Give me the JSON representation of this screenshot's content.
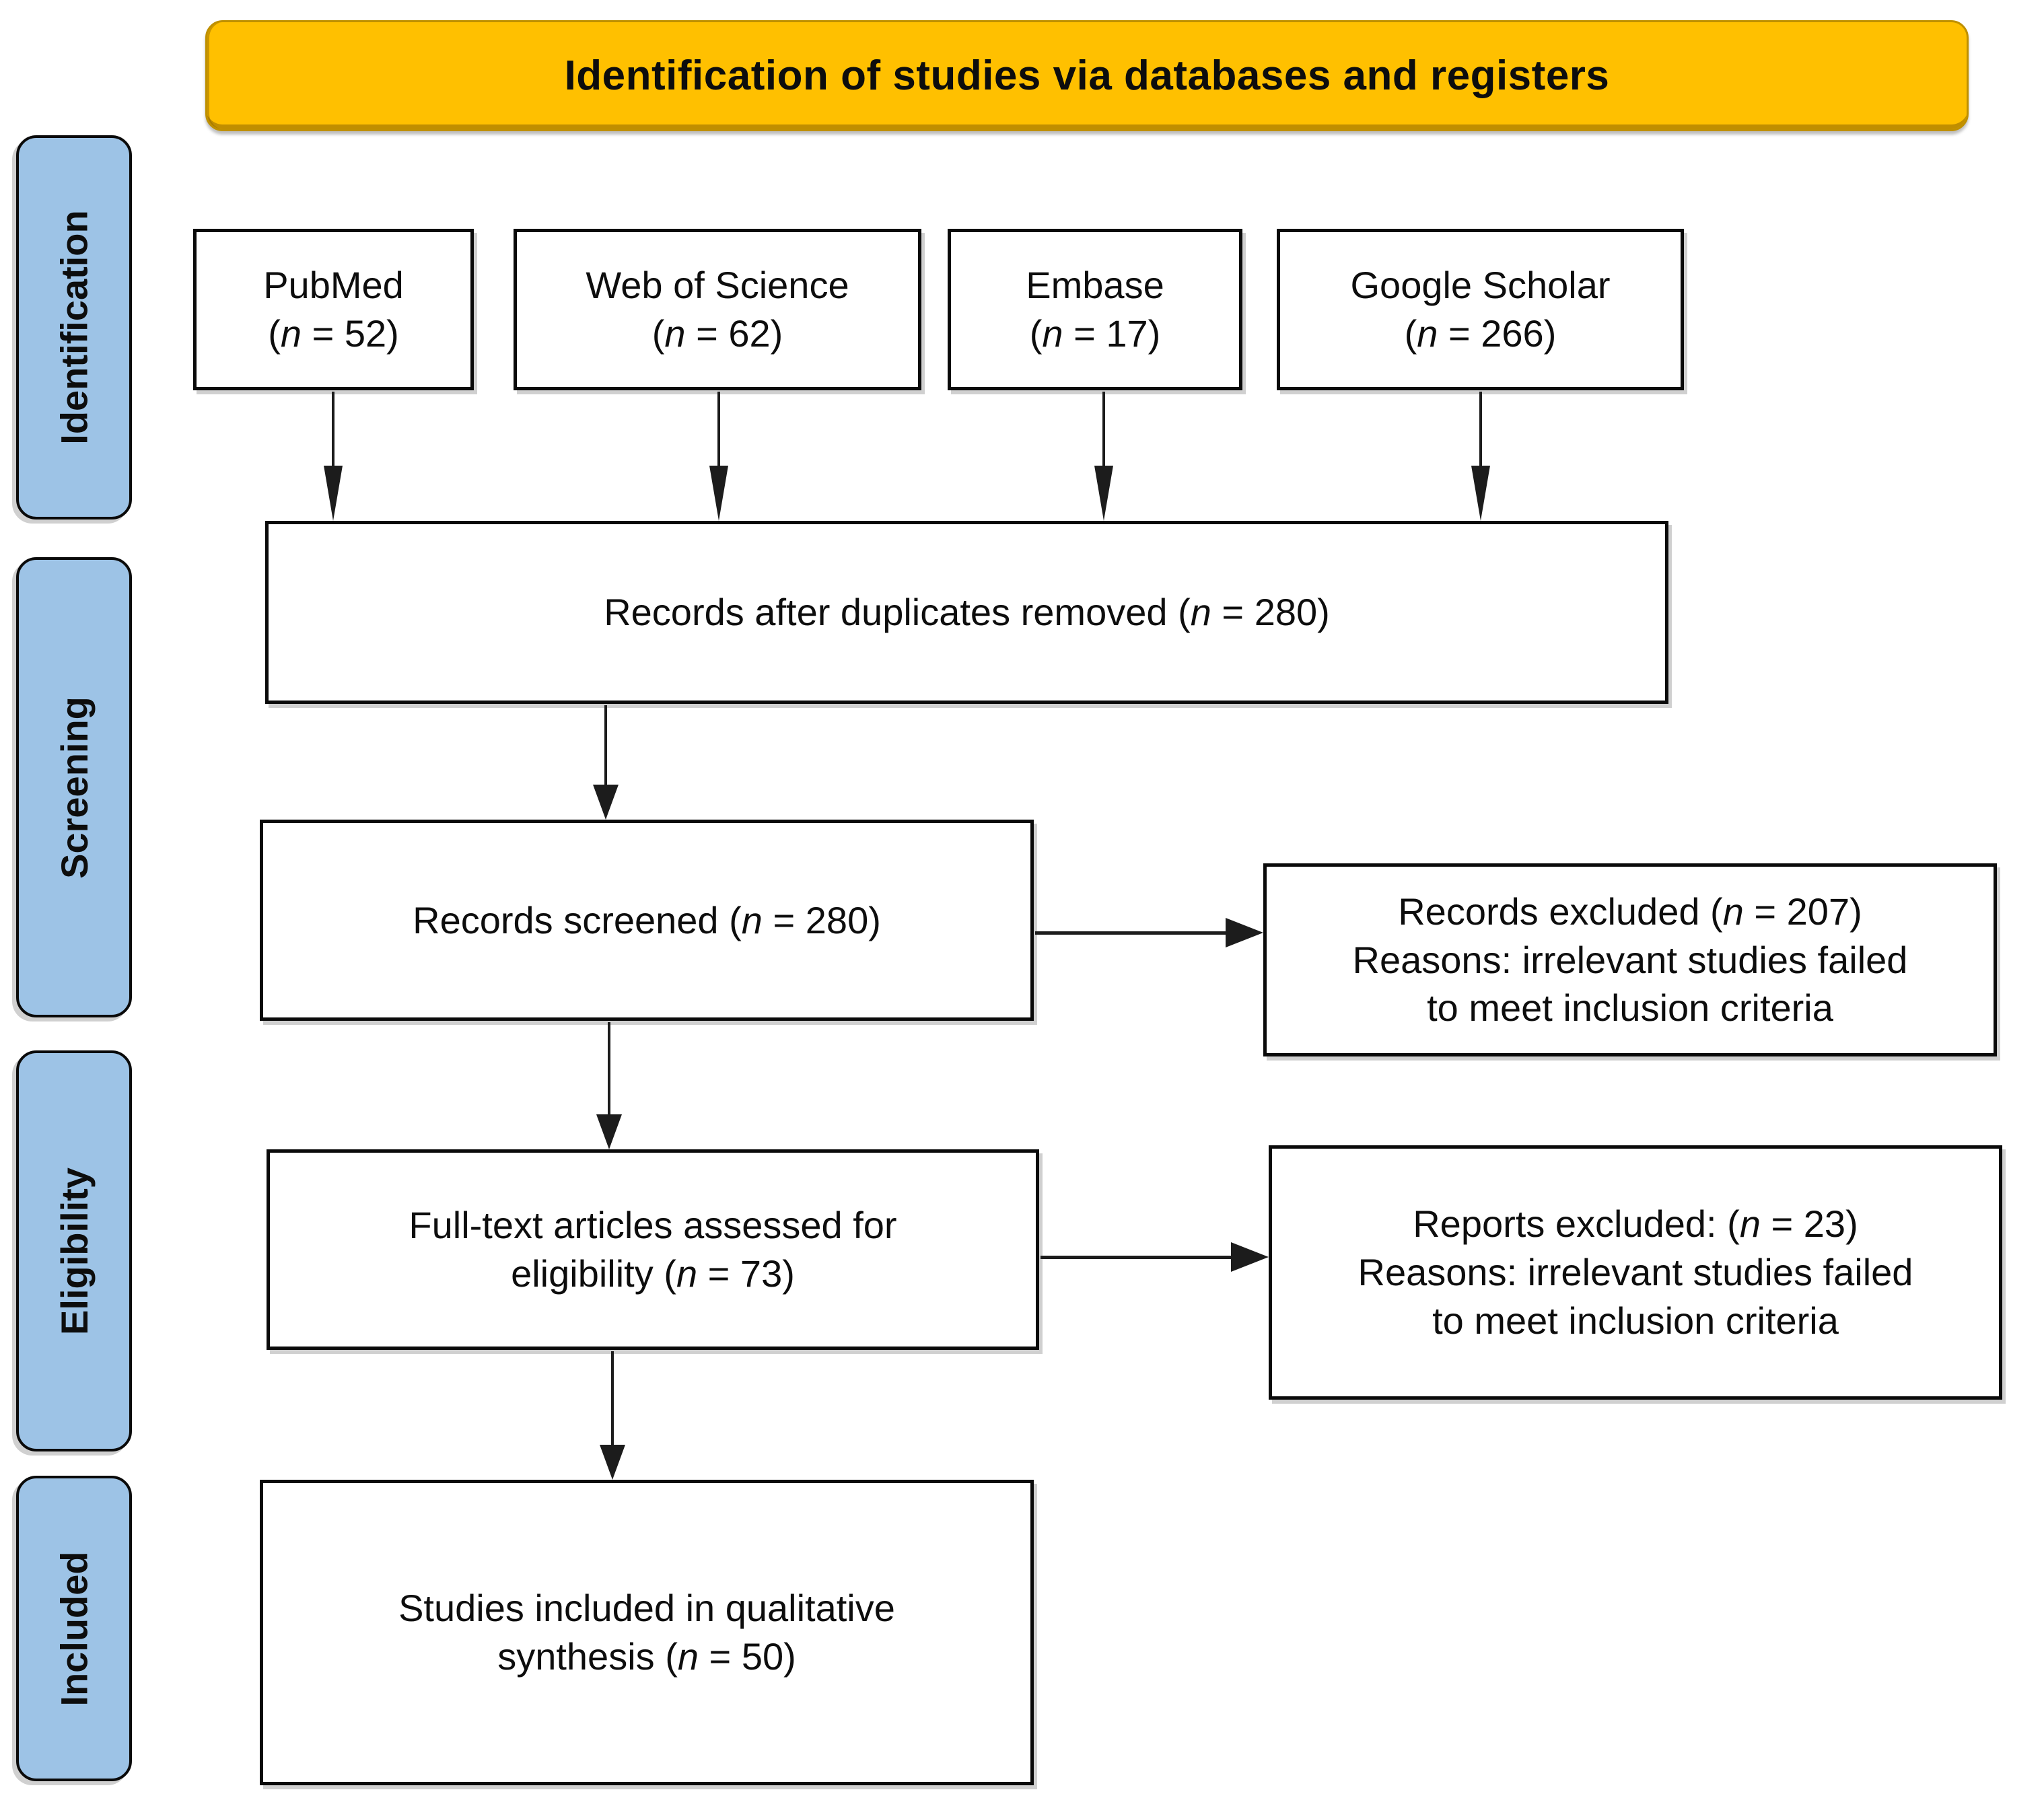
{
  "header": {
    "title": "Identification of studies via databases and registers"
  },
  "stages": [
    {
      "label": "Identification"
    },
    {
      "label": "Screening"
    },
    {
      "label": "Eligibility"
    },
    {
      "label": "Included"
    }
  ],
  "sources": [
    {
      "text": "PubMed\n(n = 52)"
    },
    {
      "text": "Web of Science\n(n = 62)"
    },
    {
      "text": "Embase\n(n = 17)"
    },
    {
      "text": "Google Scholar\n(n = 266)"
    }
  ],
  "boxes": {
    "duplicates": {
      "text": "Records after duplicates removed (n = 280)"
    },
    "screened": {
      "text": "Records screened (n = 280)"
    },
    "excluded_records": {
      "text": "Records excluded (n = 207)\nReasons: irrelevant studies failed\nto meet inclusion criteria"
    },
    "fulltext": {
      "text": "Full-text articles assessed for\neligibility (n = 73)"
    },
    "excluded_reports": {
      "text": "Reports excluded: (n = 23)\nReasons: irrelevant studies failed\nto meet inclusion criteria"
    },
    "included": {
      "text": "Studies included in qualitative\nsynthesis (n = 50)"
    }
  },
  "colors": {
    "header_fill": "#FFC000",
    "header_border": "#BF9000",
    "stage_fill": "#9DC3E6",
    "stage_border": "#0A0A0A",
    "box_fill": "#FFFFFF",
    "box_border": "#0A0A0A",
    "arrow": "#1C1C1C"
  }
}
